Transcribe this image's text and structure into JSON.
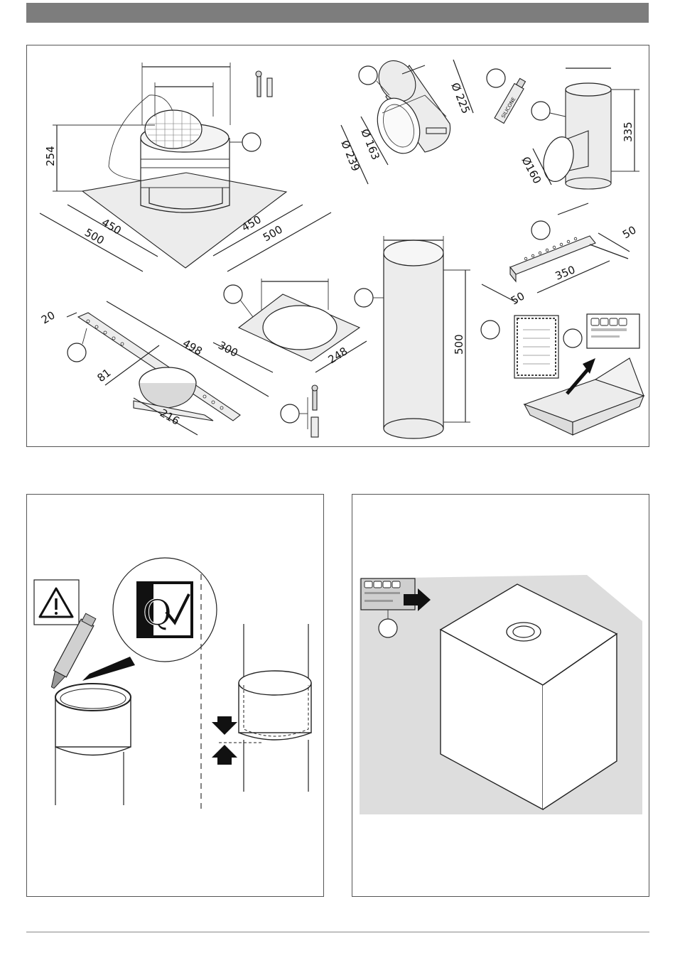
{
  "colors": {
    "header_bar": "#7d7d7d",
    "frame": "#555555",
    "shading": "#dddddd",
    "box_background": "#ececec"
  },
  "dimensions": {
    "terminal_height": "254",
    "base_inner_left": "450",
    "base_outer_left": "500",
    "base_inner_right": "450",
    "base_outer_right": "500",
    "adapter_outer_dia": "Ø 239",
    "adapter_inner_dia": "Ø 163",
    "adapter_flange_dia": "Ø 225",
    "tee_height": "335",
    "tee_branch_dia": "Ø160",
    "bracket_width": "50",
    "bracket_length": "350",
    "bracket_depth": "50",
    "plate_width": "300",
    "plate_depth": "248",
    "pipe_length": "500",
    "clamp_strap_width": "20",
    "clamp_strap_length": "498",
    "clamp_offset": "81",
    "clamp_span": "216"
  },
  "labels": {
    "sealant_tube": "SILICONE"
  },
  "icons": [
    "warning-icon",
    "quality-check-icon"
  ]
}
